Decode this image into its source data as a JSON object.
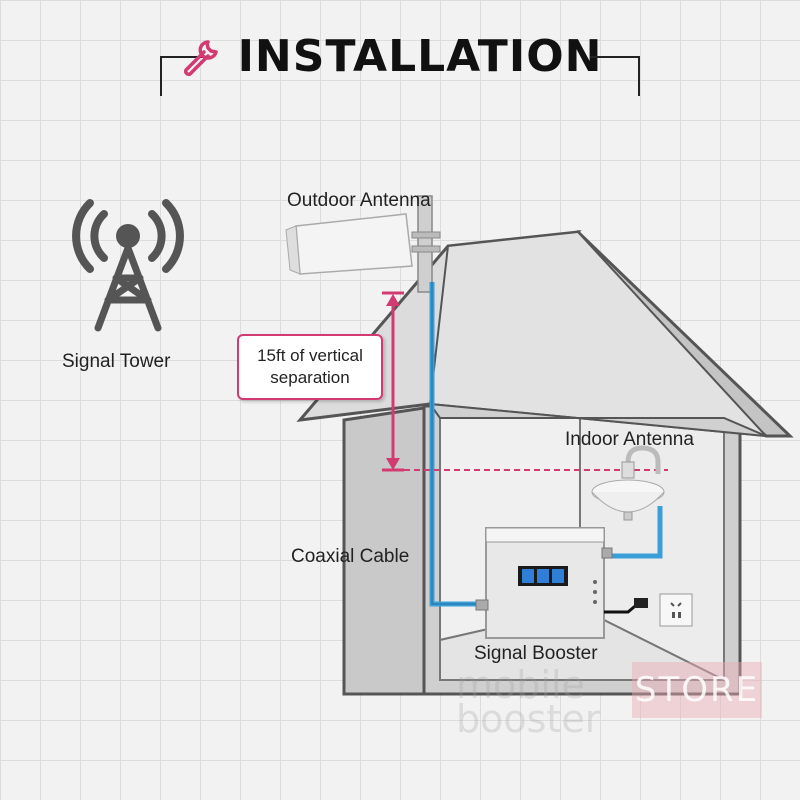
{
  "title": "INSTALLATION",
  "labels": {
    "outdoor_antenna": "Outdoor Antenna",
    "signal_tower": "Signal Tower",
    "separation_line1": "15ft of vertical",
    "separation_line2": "separation",
    "indoor_antenna": "Indoor Antenna",
    "coaxial_cable": "Coaxial Cable",
    "signal_booster": "Signal Booster"
  },
  "watermark": {
    "line1": "mobile",
    "line2": "booster",
    "store": "STORE"
  },
  "colors": {
    "accent_pink": "#d23a72",
    "cable_blue": "#3a9fd8",
    "house_wall": "#c9c9c9",
    "roof": "#d9d9d9",
    "outline": "#555555"
  },
  "icons": [
    "wrench-icon",
    "signal-tower-icon",
    "outdoor-antenna-icon",
    "indoor-antenna-icon",
    "signal-booster-icon",
    "power-outlet-icon"
  ]
}
